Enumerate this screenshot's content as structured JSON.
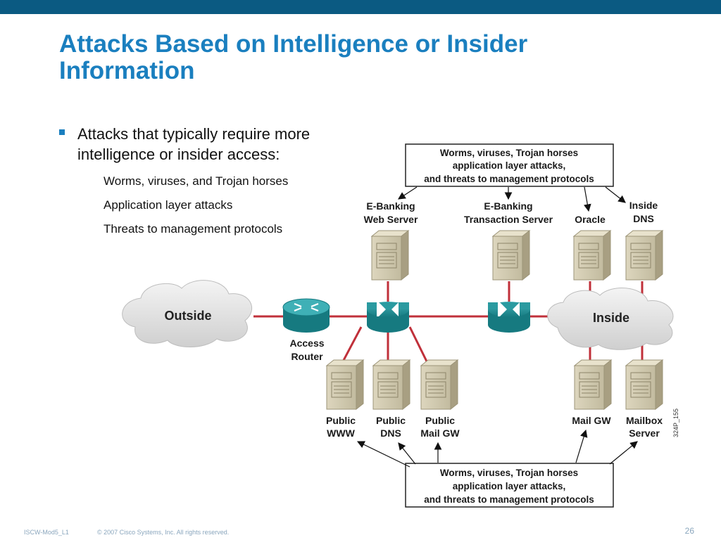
{
  "slide": {
    "title": "Attacks Based on Intelligence or Insider Information",
    "bullet": "Attacks that typically require more intelligence or insider access:",
    "sub_items": [
      "Worms, viruses, and Trojan horses",
      "Application layer attacks",
      "Threats to management protocols"
    ],
    "footer_course": "ISCW-Mod5_L1",
    "footer_copyright": "© 2007 Cisco Systems, Inc. All rights reserved.",
    "page_number": "26"
  },
  "diagram": {
    "top_box": [
      "Worms, viruses, Trojan horses",
      "application layer attacks,",
      "and threats to management protocols"
    ],
    "bottom_box": [
      "Worms, viruses, Trojan horses",
      "application layer attacks,",
      "and threats to management protocols"
    ],
    "clouds": {
      "outside": "Outside",
      "inside": "Inside"
    },
    "router_label": [
      "Access",
      "Router"
    ],
    "servers": {
      "ebank_web": [
        "E-Banking",
        "Web Server"
      ],
      "ebank_trans": [
        "E-Banking",
        "Transaction Server"
      ],
      "oracle": [
        "Oracle"
      ],
      "inside_dns": [
        "Inside",
        "DNS"
      ],
      "public_www": [
        "Public",
        "WWW"
      ],
      "public_dns": [
        "Public",
        "DNS"
      ],
      "public_mail": [
        "Public",
        "Mail GW"
      ],
      "mail_gw": [
        "Mail GW"
      ],
      "mailbox": [
        "Mailbox",
        "Server"
      ]
    },
    "figure_code": "324P_155",
    "colors": {
      "link": "#c0303a",
      "device": "#1f8f96",
      "server": "#cdc6ad",
      "title": "#1a7fbf"
    }
  }
}
